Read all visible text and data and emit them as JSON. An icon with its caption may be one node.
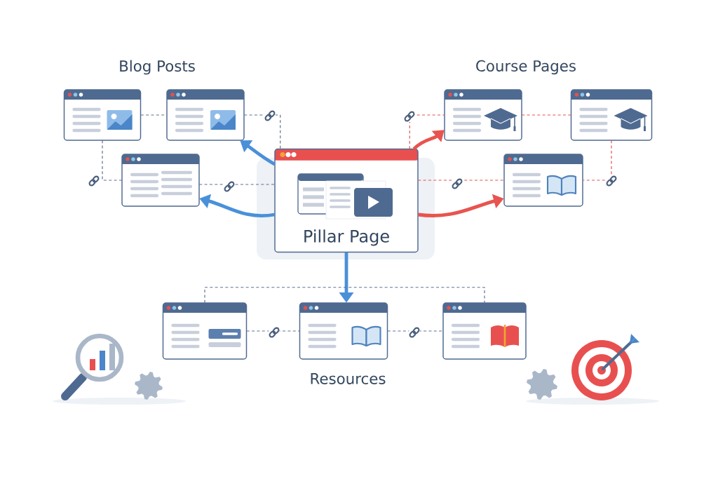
{
  "diagram": {
    "nodes": [
      {
        "text": [
          "Pillar Page"
        ]
      },
      {
        "text": [],
        "shape": "box"
      },
      {
        "text": [],
        "shape": "box"
      },
      {
        "text": [],
        "shape": "box"
      },
      {
        "text": [],
        "shape": "box"
      },
      {
        "text": [],
        "shape": "box"
      },
      {
        "text": [],
        "shape": "box"
      },
      {
        "text": [],
        "shape": "box"
      },
      {
        "text": [],
        "shape": "box"
      },
      {
        "text": [],
        "shape": "box"
      }
    ],
    "edges": [
      {
        "from": 0,
        "to": 2,
        "arrow": "to",
        "style": "thick",
        "color": "#4a90d9"
      },
      {
        "from": 0,
        "to": 3,
        "arrow": "to",
        "style": "thick",
        "color": "#4a90d9"
      },
      {
        "from": 0,
        "to": 4,
        "arrow": "to",
        "style": "thick",
        "color": "#e8544f"
      },
      {
        "from": 0,
        "to": 6,
        "arrow": "to",
        "style": "thick",
        "color": "#e8544f"
      },
      {
        "from": 0,
        "to": 8,
        "arrow": "to",
        "style": "thick",
        "color": "#4a90d9"
      },
      {
        "from": 1,
        "to": 2,
        "arrow": "none",
        "style": "dashed"
      },
      {
        "from": 1,
        "to": 3,
        "arrow": "none",
        "style": "dashed"
      },
      {
        "from": 2,
        "to": 0,
        "arrow": "none",
        "style": "dashed"
      },
      {
        "from": 3,
        "to": 0,
        "arrow": "none",
        "style": "dashed"
      },
      {
        "from": 0,
        "to": 4,
        "arrow": "none",
        "style": "dashed",
        "color": "#e05552"
      },
      {
        "from": 4,
        "to": 5,
        "arrow": "none",
        "style": "dashed",
        "color": "#e05552"
      },
      {
        "from": 5,
        "to": 6,
        "arrow": "none",
        "style": "dashed",
        "color": "#e05552"
      },
      {
        "from": 0,
        "to": 6,
        "arrow": "none",
        "style": "dashed",
        "color": "#e05552"
      },
      {
        "from": 7,
        "to": 8,
        "arrow": "none",
        "style": "dashed"
      },
      {
        "from": 8,
        "to": 9,
        "arrow": "none",
        "style": "dashed"
      },
      {
        "from": 7,
        "to": 9,
        "arrow": "none",
        "style": "dashed"
      }
    ],
    "labels": [
      "Blog Posts",
      "Course Pages",
      "Resources"
    ]
  }
}
